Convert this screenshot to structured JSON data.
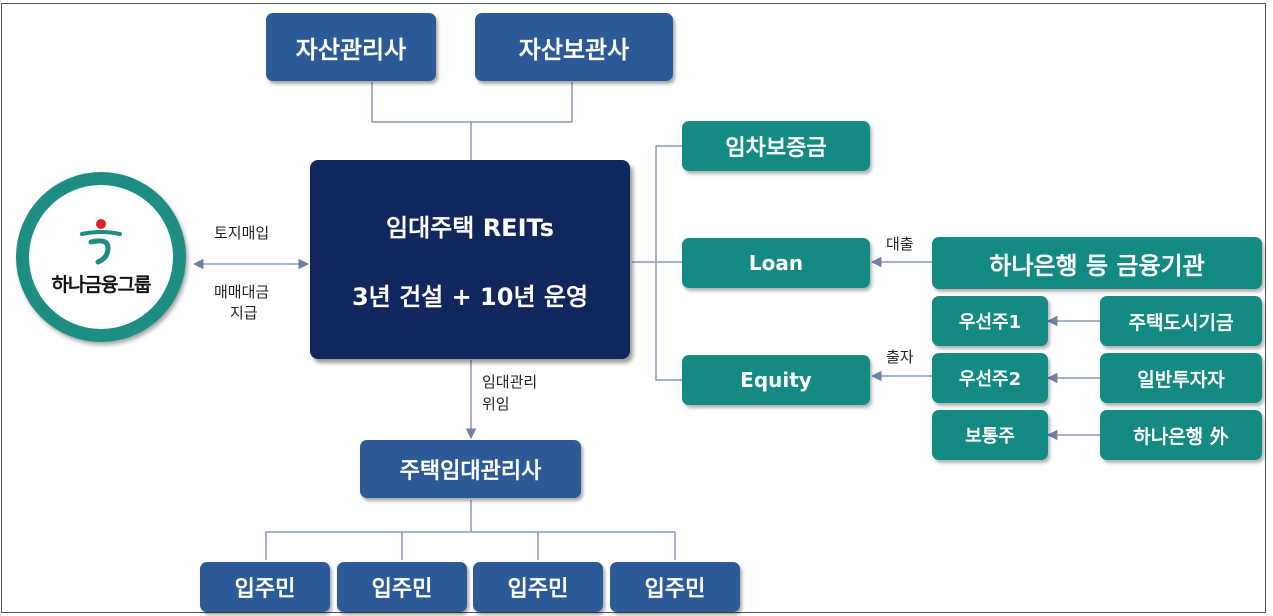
{
  "top": {
    "asset_manager": "자산관리사",
    "asset_custodian": "자산보관사"
  },
  "center": {
    "title": "임대주택 REITs",
    "subtitle": "3년 건설 + 10년 운영"
  },
  "logo": {
    "name": "하나금융그룹",
    "icon": "hana-clover-logo-icon",
    "ring_color": "#1e8e83"
  },
  "left_labels": {
    "land_purchase": "토지매입",
    "payment_line1": "매매대금",
    "payment_line2": "지급"
  },
  "right": {
    "lease_deposit": "임차보증금",
    "loan": "Loan",
    "equity": "Equity",
    "loan_label": "대출",
    "investment_label": "출자",
    "lender": "하나은행 등 금융기관",
    "preferred1": "우선주1",
    "preferred2": "우선주2",
    "common": "보통주",
    "hug": "주택도시기금",
    "general_investors": "일반투자자",
    "hana_bank_etc": "하나은행 外"
  },
  "bottom": {
    "delegate_line1": "임대관리",
    "delegate_line2": "위임",
    "manager": "주택임대관리사",
    "residents": [
      "입주민",
      "입주민",
      "입주민",
      "입주민"
    ]
  },
  "colors": {
    "blue": "#2b5a96",
    "navy": "#10265c",
    "teal": "#138a82"
  }
}
